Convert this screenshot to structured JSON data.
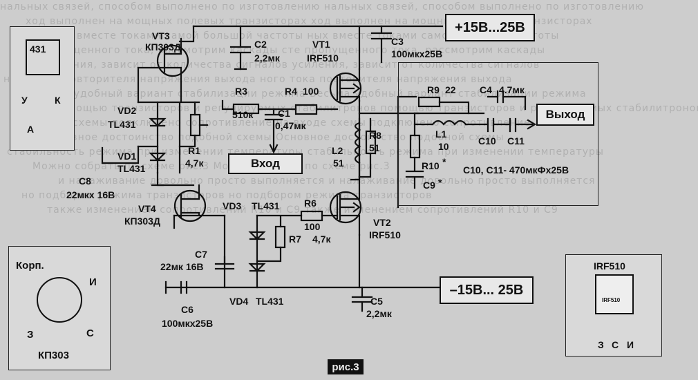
{
  "figure": {
    "caption": "рис.3"
  },
  "terminals": {
    "vplus": "+15В...25В",
    "vminus": "–15В... 25В",
    "input": "Вход",
    "output": "Выход"
  },
  "components": {
    "vt3": {
      "ref": "VT3",
      "value": "КП303Д"
    },
    "vt4": {
      "ref": "VT4",
      "value": "КП303Д"
    },
    "vt1": {
      "ref": "VT1",
      "value": "IRF510"
    },
    "vt2": {
      "ref": "VT2",
      "value": "IRF510"
    },
    "c2": {
      "ref": "C2",
      "value": "2,2мк"
    },
    "c3": {
      "ref": "C3",
      "value": "100мкх25В"
    },
    "r3": {
      "ref": "R3",
      "value": "510к"
    },
    "r4": {
      "ref": "R4",
      "value": "100"
    },
    "c1": {
      "ref": "C1",
      "value": "0,47мк"
    },
    "vd2": {
      "ref": "VD2",
      "value": "TL431"
    },
    "vd1": {
      "ref": "VD1",
      "value": "TL431"
    },
    "r1": {
      "ref": "R1",
      "value": "4,7к"
    },
    "c8": {
      "ref": "C8",
      "value": "22мкх 16В"
    },
    "r8": {
      "ref": "R8",
      "value": "51"
    },
    "l2": {
      "ref": "L2",
      "value": "51"
    },
    "r9": {
      "ref": "R9",
      "value": "22"
    },
    "c4": {
      "ref": "C4",
      "value": "4.7мк"
    },
    "l1": {
      "ref": "L1",
      "value": "10"
    },
    "r10": {
      "ref": "R10",
      "mark": "*"
    },
    "c9": {
      "ref": "C9",
      "mark": "*"
    },
    "c10": {
      "ref": "C10"
    },
    "c11": {
      "ref": "C11"
    },
    "c10c11_note": "C10, C11- 470мкФх25В",
    "vd3": {
      "ref": "VD3",
      "value": "TL431"
    },
    "vd4": {
      "ref": "VD4",
      "value": "TL431"
    },
    "r6": {
      "ref": "R6",
      "value": "100"
    },
    "r7": {
      "ref": "R7",
      "value": "4,7к"
    },
    "c7": {
      "ref": "C7",
      "value": "22мк 16В"
    },
    "c6": {
      "ref": "C6",
      "value": "100мкх25В"
    },
    "c5": {
      "ref": "C5",
      "value": "2,2мк"
    }
  },
  "insets": {
    "tl431": {
      "title": "431",
      "pin_u": "У",
      "pin_k": "К",
      "pin_a": "А"
    },
    "kp303": {
      "title": "КП303",
      "case_label": "Корп.",
      "pin_i": "И",
      "pin_z": "З",
      "pin_s": "С"
    },
    "irf510": {
      "title": "IRF510",
      "body_text": "IRF510",
      "pin_z": "З",
      "pin_s": "С",
      "pin_i": "И"
    }
  },
  "background_text": [
    "нальных связей, способом выполнено по изготовлению",
    "ход выполнен на мощных полевых транзисторах",
    "ных вместе токами самой большой частоты",
    "сте пропущенного тока, рассмотрим каскады",
    "усиления, зависит от количества сигналов",
    "ного тока повторителя напряжения выхода",
    "Весьма удобный вариант стабилизации режима",
    "помощью транзисторов и регулируемых стабилитронов",
    "на входе схемы подключено сопротивление",
    "Основное достоинство подобной схемы",
    "стабильность режима при изменении температуры",
    "Можно собрать по схеме рис.3",
    "и налаживание довольно просто выполняется",
    "но подбором режима транзисторов",
    "также изменением сопротивлений R10 и C9"
  ]
}
